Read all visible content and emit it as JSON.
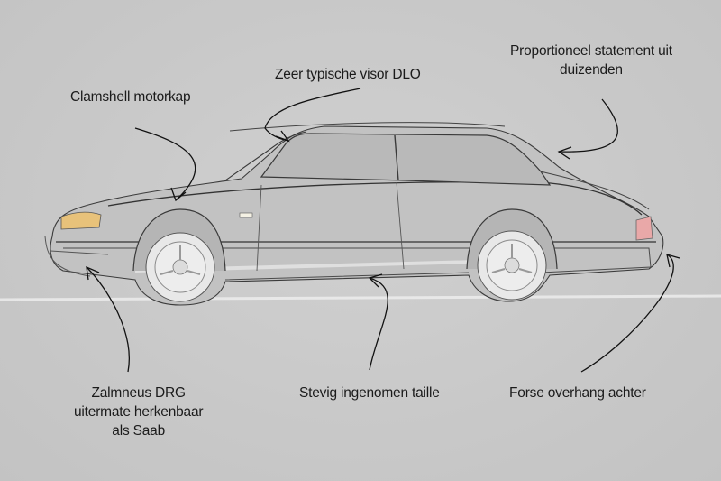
{
  "annotations": {
    "clamshell": {
      "lines": [
        "Clamshell motorkap"
      ]
    },
    "visor": {
      "lines": [
        "Zeer typische visor DLO"
      ]
    },
    "statement": {
      "lines": [
        "Proportioneel statement uit",
        "duizenden"
      ]
    },
    "zalmneus": {
      "lines": [
        "Zalmneus DRG",
        "uitermate herkenbaar",
        "als Saab"
      ]
    },
    "taille": {
      "lines": [
        "Stevig ingenomen taille"
      ]
    },
    "overhang": {
      "lines": [
        "Forse overhang achter"
      ]
    }
  },
  "colors": {
    "background": "#c9c9c9",
    "sketch_line": "#3a3a3a",
    "arrow": "#111111",
    "headlight": "#e8c27a",
    "taillight": "#e9a8a8",
    "wheel": "#e8e8e8"
  }
}
